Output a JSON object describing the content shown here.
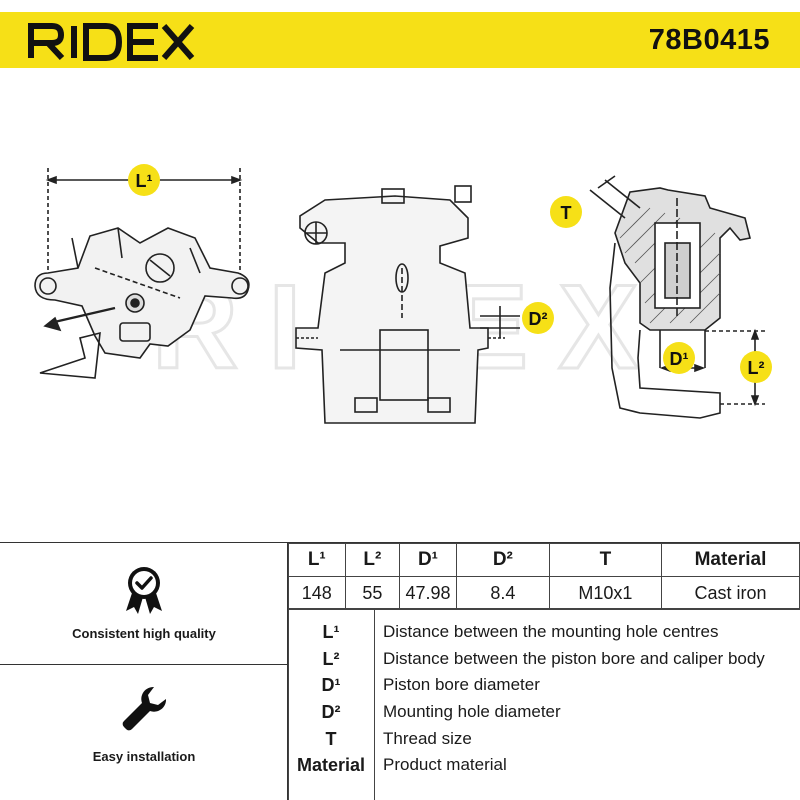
{
  "header": {
    "brand": "RIDEX",
    "part_number": "78B0415",
    "brand_color": "#f6e017"
  },
  "drawing": {
    "watermark": "RIDEX",
    "callouts": {
      "l1": "L¹",
      "l2": "L²",
      "d1": "D¹",
      "d2": "D²",
      "t": "T"
    },
    "callout_color": "#f6e017"
  },
  "spec_table": {
    "headers": [
      "L¹",
      "L²",
      "D¹",
      "D²",
      "T",
      "Material"
    ],
    "values": [
      "148",
      "55",
      "47.98",
      "8.4",
      "M10x1",
      "Cast iron"
    ]
  },
  "legend": [
    {
      "key": "L¹",
      "desc": "Distance between the mounting hole centres"
    },
    {
      "key": "L²",
      "desc": "Distance between the piston bore and caliper body"
    },
    {
      "key": "D¹",
      "desc": "Piston bore diameter"
    },
    {
      "key": "D²",
      "desc": "Mounting hole diameter"
    },
    {
      "key": "T",
      "desc": "Thread size"
    },
    {
      "key": "Material",
      "desc": "Product material"
    }
  ],
  "features": [
    {
      "label": "Consistent high quality",
      "icon": "quality-badge-icon"
    },
    {
      "label": "Easy installation",
      "icon": "wrench-icon"
    }
  ]
}
